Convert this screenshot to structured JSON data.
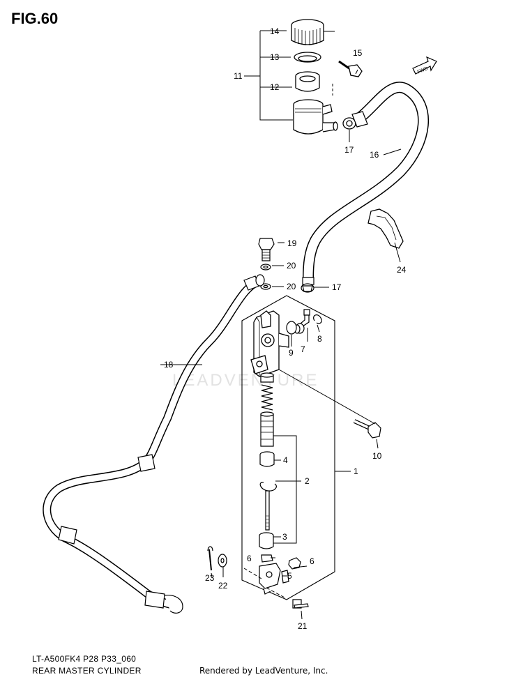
{
  "figure": {
    "title": "FIG.60",
    "model_code": "LT-A500FK4 P28 P33_060",
    "section_name": "REAR MASTER CYLINDER",
    "credit": "Rendered by LeadVenture, Inc.",
    "watermark": "LEADVENTURE",
    "fwd_label": "FWD"
  },
  "callouts": {
    "c1": "1",
    "c2": "2",
    "c3": "3",
    "c4": "4",
    "c5": "5",
    "c6a": "6",
    "c6b": "6",
    "c7": "7",
    "c8": "8",
    "c9": "9",
    "c10": "10",
    "c11": "11",
    "c12": "12",
    "c13": "13",
    "c14": "14",
    "c15": "15",
    "c16": "16",
    "c17a": "17",
    "c17b": "17",
    "c18": "18",
    "c19": "19",
    "c20a": "20",
    "c20b": "20",
    "c21": "21",
    "c22": "22",
    "c23": "23",
    "c24": "24"
  },
  "colors": {
    "ink": "#000000",
    "watermark": "#e2e2e2"
  }
}
